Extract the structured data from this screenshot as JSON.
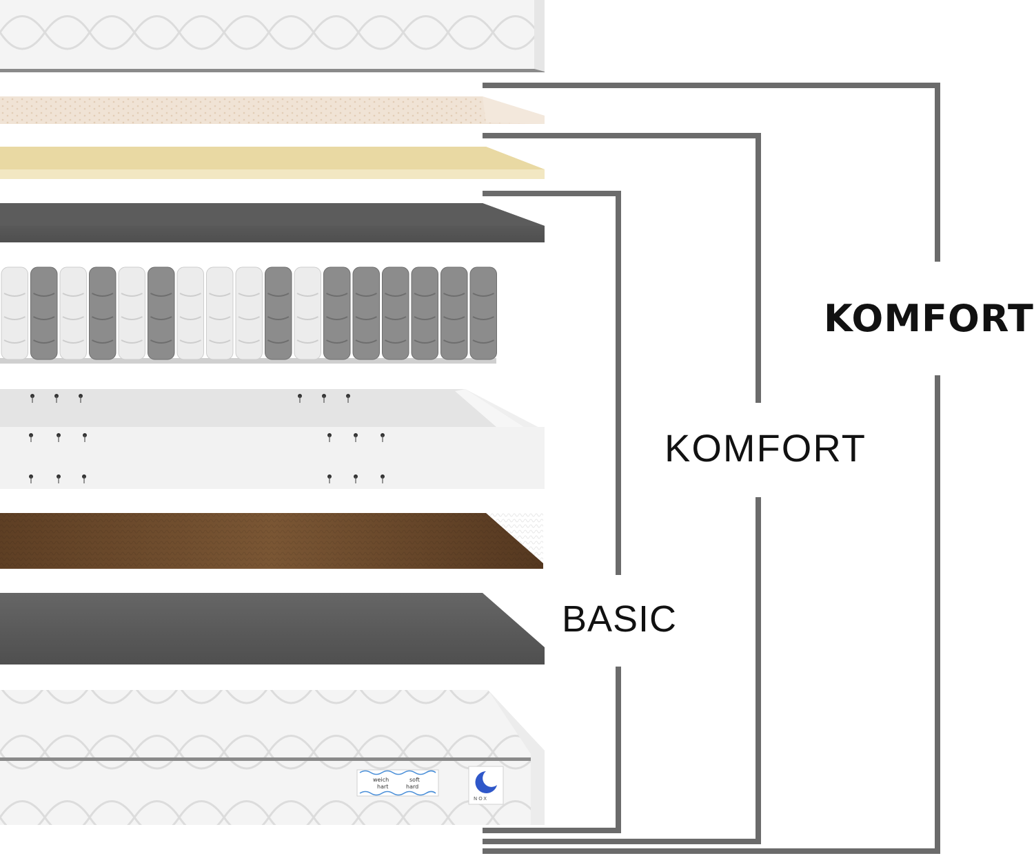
{
  "labels": {
    "basic": "BASIC",
    "komfort": "KOMFORT",
    "komfort_plus": "KOMFORT +"
  },
  "care_tag": {
    "soft_de": "weich",
    "soft_en": "soft",
    "hard_de": "hart",
    "hard_en": "hard"
  },
  "brand": "NOX",
  "colors": {
    "bracket": "#6b6b6b",
    "cover": "#f3f3f3",
    "latex_layer": "#efe2d4",
    "visco_layer": "#eadcab",
    "dark_foam": "#5a5a5a",
    "cold_foam": "#ededed",
    "coconut_fiber": "#6a4a2c",
    "text": "#111111",
    "label_wave": "#4a8fd8"
  }
}
